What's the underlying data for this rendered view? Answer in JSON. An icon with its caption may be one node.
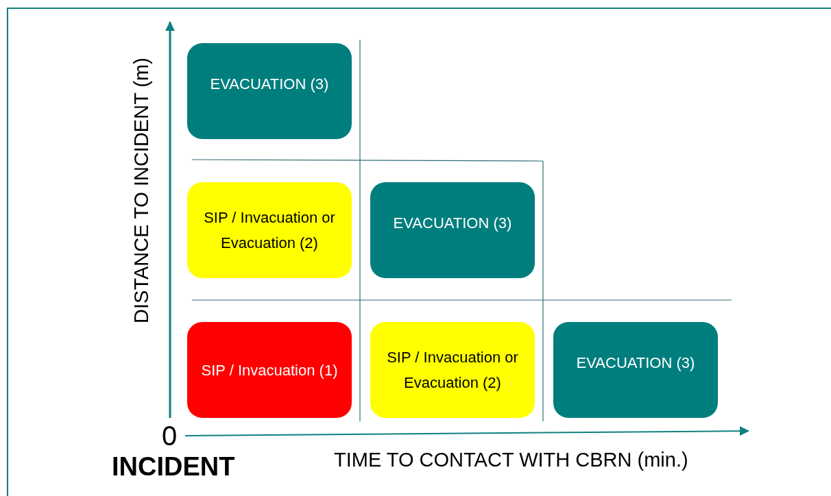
{
  "diagram": {
    "nodes": [
      {
        "text": [
          "EVACUATION (3)"
        ]
      },
      {
        "text": [
          "SIP / Invacuation or Evacuation (2)"
        ]
      },
      {
        "text": [
          "EVACUATION (3)"
        ]
      },
      {
        "text": [
          "SIP / Invacuation (1)"
        ]
      },
      {
        "text": [
          "SIP / Invacuation or Evacuation (2)"
        ]
      },
      {
        "text": [
          "EVACUATION (3)"
        ]
      }
    ],
    "labels": [
      "DISTANCE TO INCIDENT (m)",
      "0",
      "INCIDENT",
      "TIME TO CONTACT WITH CBRN (min.)"
    ]
  }
}
